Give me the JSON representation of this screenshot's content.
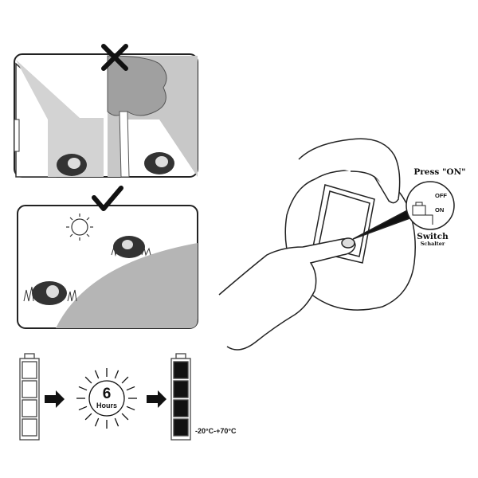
{
  "placement": {
    "wrong_icon": "x-mark-icon",
    "right_icon": "check-mark-icon"
  },
  "switch": {
    "instruction": "Press \"ON\"",
    "off_label": "OFF",
    "on_label": "ON",
    "title": "Switch",
    "subtitle": "Schalter"
  },
  "charging": {
    "hours_value": "6",
    "hours_label": "Hours",
    "temperature_range": "-20°C-+70°C"
  },
  "colors": {
    "ink": "#111111",
    "grey": "#a8a8a8",
    "light_grey": "#cfcfcf"
  }
}
